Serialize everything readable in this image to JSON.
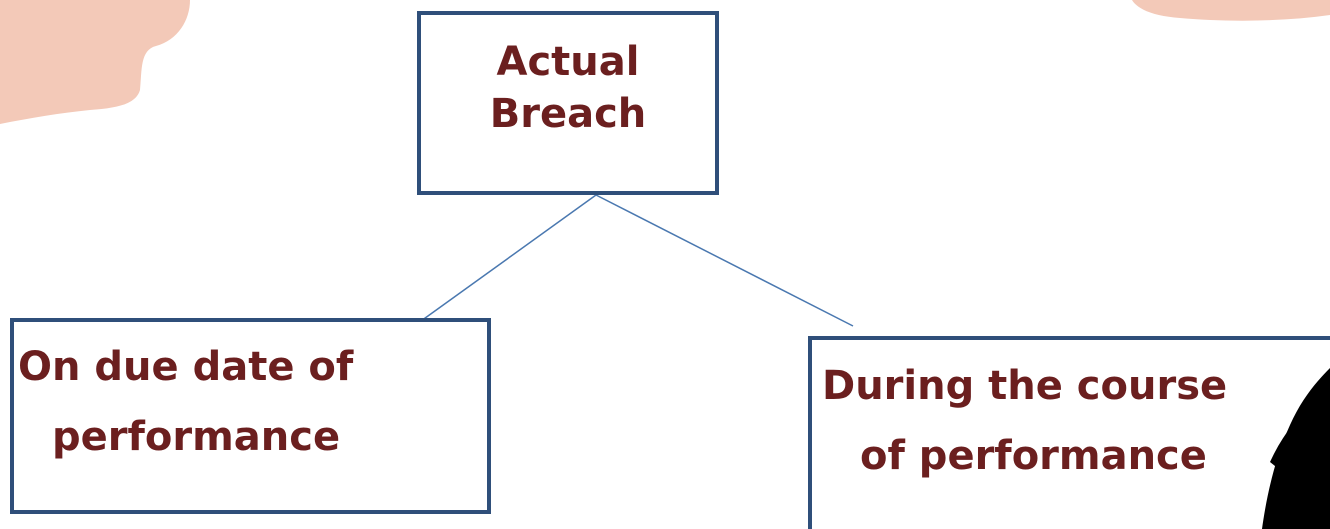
{
  "diagram": {
    "root": {
      "lines": [
        "Actual",
        "Breach"
      ]
    },
    "children": [
      {
        "lines": [
          "On due date of",
          "performance"
        ]
      },
      {
        "lines": [
          "During the course",
          "of performance"
        ]
      }
    ]
  },
  "colors": {
    "box_border": "#2f4f7a",
    "text": "#6b1f1f",
    "connector": "#4a78b0",
    "decor_peach": "#f3c9b8",
    "decor_black": "#000000"
  }
}
